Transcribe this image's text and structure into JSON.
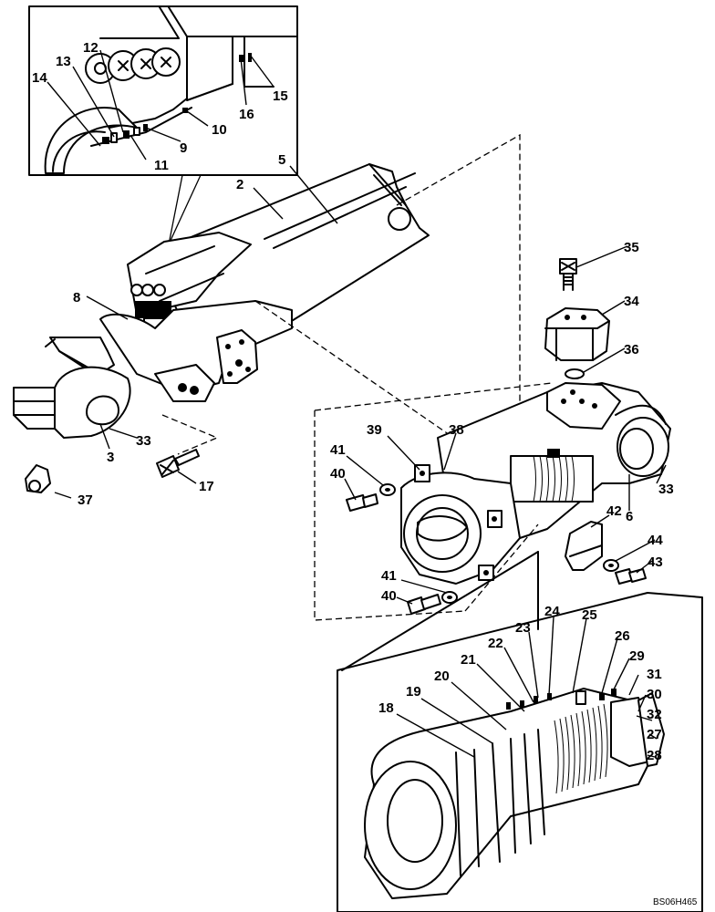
{
  "figure_code": "BS06H465",
  "callouts": {
    "n2": "2",
    "n3": "3",
    "n5": "5",
    "n6": "6",
    "n8": "8",
    "n9": "9",
    "n10": "10",
    "n11": "11",
    "n12": "12",
    "n13": "13",
    "n14": "14",
    "n15": "15",
    "n16": "16",
    "n17": "17",
    "n18": "18",
    "n19": "19",
    "n20": "20",
    "n21": "21",
    "n22": "22",
    "n23": "23",
    "n24": "24",
    "n25": "25",
    "n26": "26",
    "n27": "27",
    "n28": "28",
    "n29": "29",
    "n30": "30",
    "n31": "31",
    "n32": "32",
    "n33a": "33",
    "n33b": "33",
    "n34": "34",
    "n35": "35",
    "n36": "36",
    "n37": "37",
    "n38": "38",
    "n39": "39",
    "n40a": "40",
    "n40b": "40",
    "n41a": "41",
    "n41b": "41",
    "n42": "42",
    "n43": "43",
    "n44": "44"
  }
}
